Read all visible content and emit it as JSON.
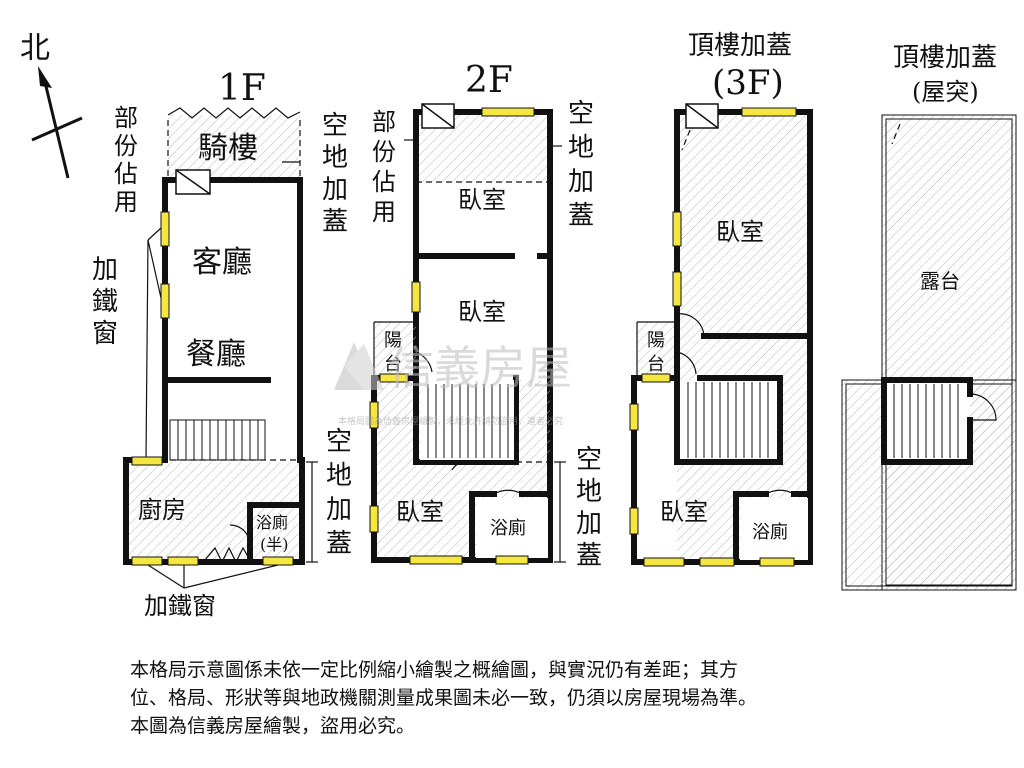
{
  "compass": {
    "north": "北"
  },
  "floors": {
    "f1": {
      "title": "1F"
    },
    "f2": {
      "title": "2F"
    },
    "f3": {
      "title_line1": "頂樓加蓋",
      "title_line2": "(3F)"
    },
    "roof": {
      "title_line1": "頂樓加蓋",
      "title_line2": "(屋突)"
    }
  },
  "rooms": {
    "arcade": "騎樓",
    "living": "客廳",
    "dining": "餐廳",
    "kitchen": "廚房",
    "bath_half_line1": "浴廁",
    "bath_half_line2": "(半)",
    "bedroom": "臥室",
    "bath": "浴廁",
    "balcony_line1": "陽",
    "balcony_line2": "台",
    "terrace": "露台"
  },
  "annotations": {
    "partial_use": [
      "部",
      "份",
      "佔",
      "用"
    ],
    "vacant_added": [
      "空",
      "地",
      "加",
      "蓋"
    ],
    "iron_window_vertical": [
      "加",
      "鐵",
      "窗"
    ],
    "iron_window": "加鐵窗"
  },
  "watermark": {
    "brand": "信義房屋",
    "notice": "本格局圖為信義房屋繪製，未經允許請勿盜用，違者必究"
  },
  "disclaimer": [
    "本格局示意圖係未依一定比例縮小繪製之概繪圖，與實況仍有差距；其方",
    "位、格局、形狀等與地政機關測量成果圖未必一致，仍須以房屋現場為準。",
    "本圖為信義房屋繪製，盜用必究。"
  ],
  "colors": {
    "window": "#f5e640",
    "wall": "#111111",
    "watermark": "#bdbdbd"
  }
}
